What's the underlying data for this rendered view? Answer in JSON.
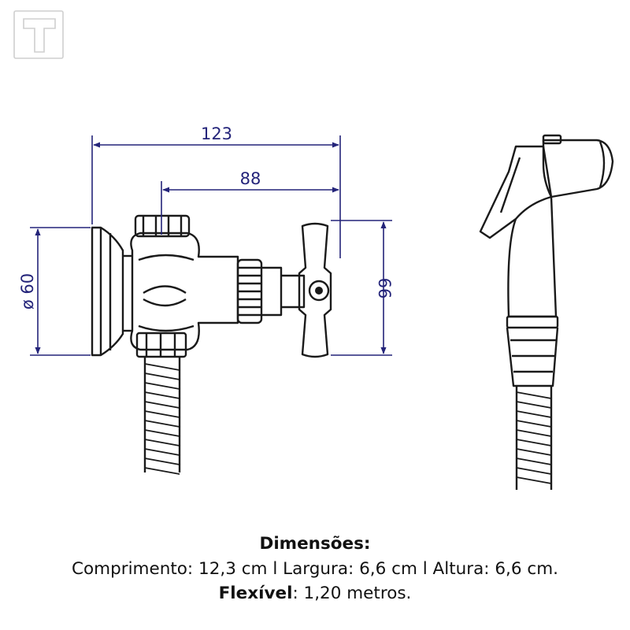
{
  "colors": {
    "dimension": "#24247a",
    "outline": "#1a1a1a",
    "watermark": "#d0d0d0"
  },
  "logo": {
    "letter": "T"
  },
  "dimensions": {
    "length_overall": "123",
    "length_partial": "88",
    "diameter": "ø 60",
    "height": "66"
  },
  "caption": {
    "title": "Dimensões:",
    "line1": "Comprimento: 12,3 cm l Largura: 6,6 cm l Altura: 6,6 cm.",
    "line2_label": "Flexível",
    "line2_value": ": 1,20 metros."
  }
}
